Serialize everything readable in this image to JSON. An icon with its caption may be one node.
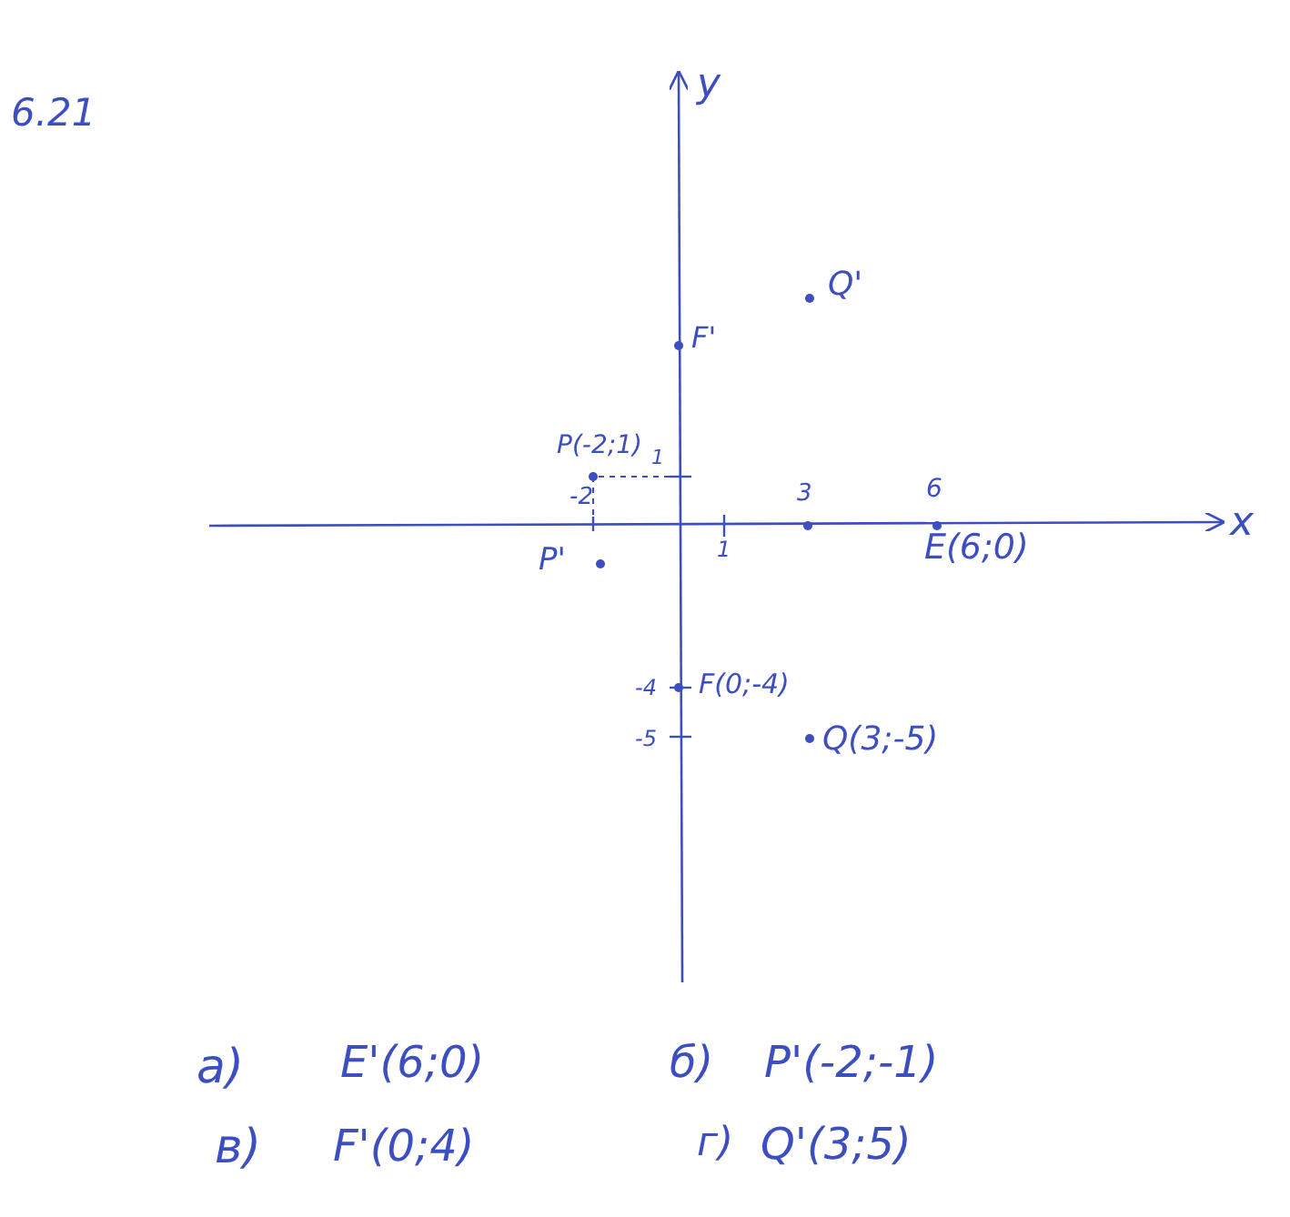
{
  "diagram": {
    "title": "6.21",
    "labels": [
      "y",
      "F'",
      "Q'",
      "P(-2;1)",
      "1",
      "-2",
      "3",
      "6",
      "x",
      "P'",
      "1",
      "E(6;0)",
      "-4",
      "F(0;-4)",
      "-5",
      "Q(3;-5)",
      "а)",
      "E'(6;0)",
      "б)",
      "P'(-2;-1)",
      "в)",
      "F'(0;4)",
      "г)",
      "Q'(3;5)"
    ]
  }
}
